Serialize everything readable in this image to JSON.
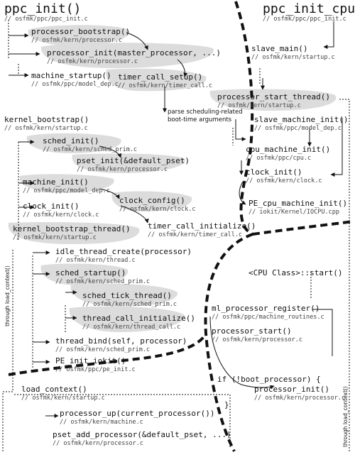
{
  "left": {
    "root": {
      "fn": "ppc_init()",
      "file": "// osfmk/ppc/ppc_init.c"
    },
    "processor_bootstrap": {
      "fn": "processor_bootstrap()",
      "file": "// osfmk/kern/processor.c"
    },
    "processor_init": {
      "fn": "processor_init(master_processor, ...)",
      "file": "// osfmk/kern/processor.c"
    },
    "machine_startup": {
      "fn": "machine_startup()",
      "file": "// osfmk/ppc/model_dep.c"
    },
    "timer_call_setup": {
      "fn": "timer_call_setup()",
      "file": "// osfmk/kern/timer_call.c"
    },
    "note": [
      "parse scheduling-related",
      "boot-time arguments"
    ],
    "kernel_bootstrap": {
      "fn": "kernel_bootstrap()",
      "file": "// osfmk/kern/startup.c"
    },
    "sched_init": {
      "fn": "sched_init()",
      "file": "// osfmk/kern/sched_prim.c"
    },
    "pset_init": {
      "fn": "pset_init(&default_pset)",
      "file": "// osfmk/kern/processor.c"
    },
    "machine_init": {
      "fn": "machine_init()",
      "file": "// osfmk/ppc/model_dep.c"
    },
    "clock_config": {
      "fn": "clock_config()",
      "file": "// osfmk/kern/clock.c"
    },
    "clock_init": {
      "fn": "clock_init()",
      "file": "// osfmk/kern/clock.c"
    },
    "timer_call_initialize": {
      "fn": "timer_call_initialize()",
      "file": "// osfmk/kern/timer_call.c"
    },
    "kernel_bootstrap_thread": {
      "fn": "kernel_bootstrap_thread()",
      "file": "// osfmk/kern/startup.c"
    },
    "idle_thread_create": {
      "fn": "idle_thread_create(processor)",
      "file": "// osfmk/kern/thread.c"
    },
    "sched_startup": {
      "fn": "sched_startup()",
      "file": "// osfmk/kern/sched_prim.c"
    },
    "sched_tick_thread": {
      "fn": "sched_tick_thread()",
      "file": "// osfmk/kern/sched_prim.c"
    },
    "thread_call_initialize": {
      "fn": "thread_call_initialize()",
      "file": "// osfmk/kern/thread_call.c"
    },
    "thread_bind": {
      "fn": "thread_bind(self, processor)",
      "file": "// osfmk/kern/sched_prim.c"
    },
    "pe_init_iokit": {
      "fn": "PE_init_iokit()",
      "file": "// osfmk/ppc/pe_init.c"
    },
    "through_label": "through load_context()"
  },
  "right": {
    "root": {
      "fn": "ppc_init_cpu()",
      "file": "// osfmk/ppc/ppc_init.c"
    },
    "slave_main": {
      "fn": "slave_main()",
      "file": "// osfmk/kern/startup.c"
    },
    "processor_start_thread": {
      "fn": "processor_start_thread()",
      "file": "// osfmk/kern/startup.c"
    },
    "slave_machine_init": {
      "fn": "slave_machine_init()",
      "file": "// osfmk/ppc/model_dep.c"
    },
    "cpu_machine_init": {
      "fn": "cpu_machine_init()",
      "file": "// osfmk/ppc/cpu.c"
    },
    "clock_init": {
      "fn": "clock_init()",
      "file": "// osfmk/kern/clock.c"
    },
    "pe_cpu_machine_init": {
      "fn": "PE_cpu_machine_init()",
      "file": "// iokit/Kernel/IOCPU.cpp"
    },
    "cpu_class_start": {
      "fn": "<CPU Class>::start()"
    },
    "ml_processor_register": {
      "fn": "ml_processor_register()",
      "file": "// osfmk/ppc/machine_routines.c"
    },
    "processor_start": {
      "fn": "processor_start()",
      "file": "// osfmk/kern/processor.c"
    },
    "if_boot": {
      "fn": "if (!boot_processor) {"
    },
    "processor_init": {
      "fn": "processor_init()",
      "file": "// osfmk/kern/processor.c"
    },
    "close_brace": "}",
    "through_label": "through load_context()"
  },
  "bottom": {
    "load_context": {
      "fn": "load_context()",
      "file": "// osfmk/kern/startup.c"
    },
    "processor_up": {
      "fn": "processor_up(current_processor())",
      "file": "// osfmk/kern/machine.c"
    },
    "pset_add_processor": {
      "fn": "pset_add_processor(&default_pset, ...)",
      "file": "// osfmk/kern/processor.c"
    }
  }
}
